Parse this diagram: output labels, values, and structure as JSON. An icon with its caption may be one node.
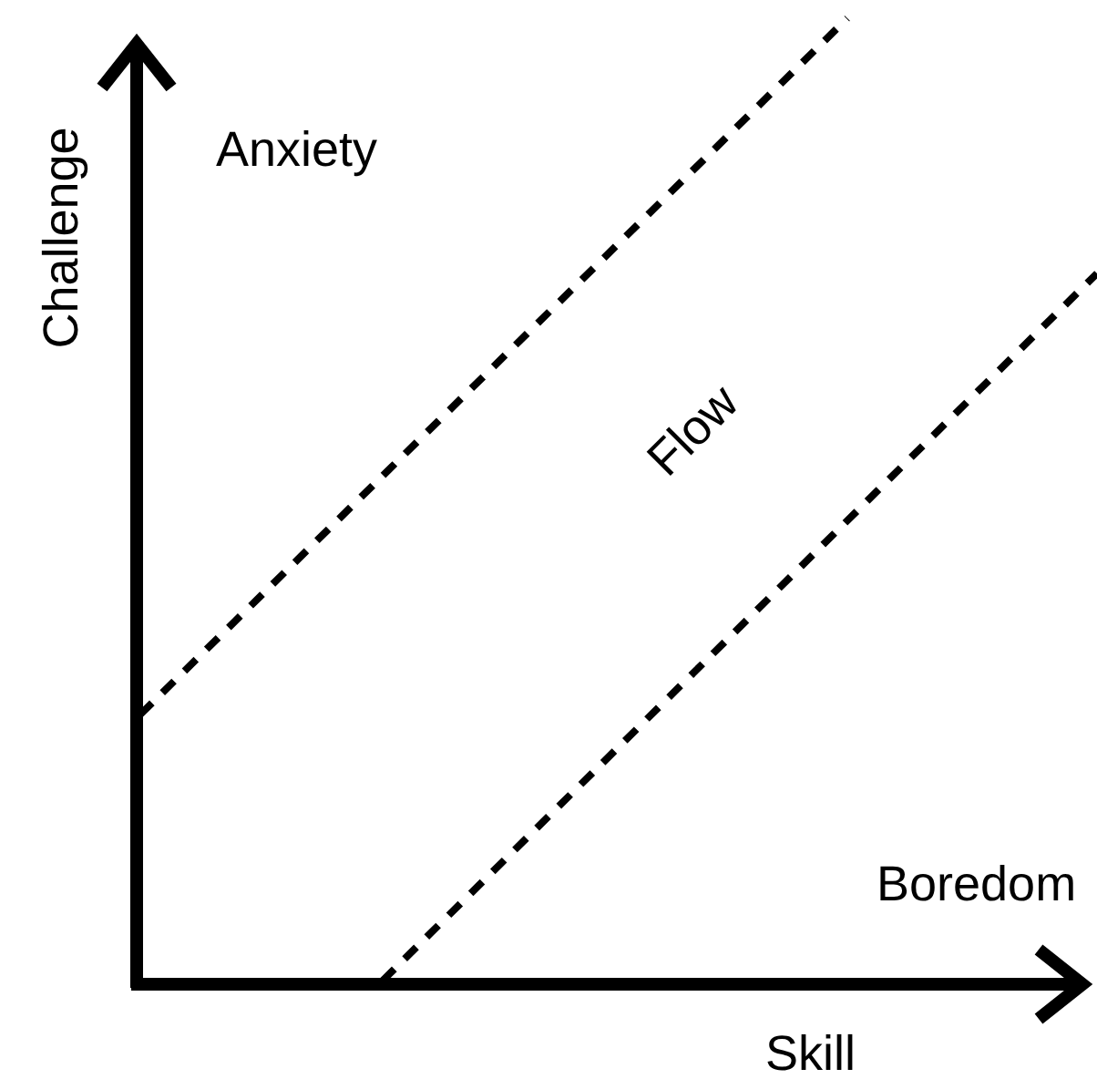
{
  "diagram": {
    "labels": [
      "Challenge",
      "Anxiety",
      "Flow",
      "Boredom",
      "Skill"
    ]
  }
}
